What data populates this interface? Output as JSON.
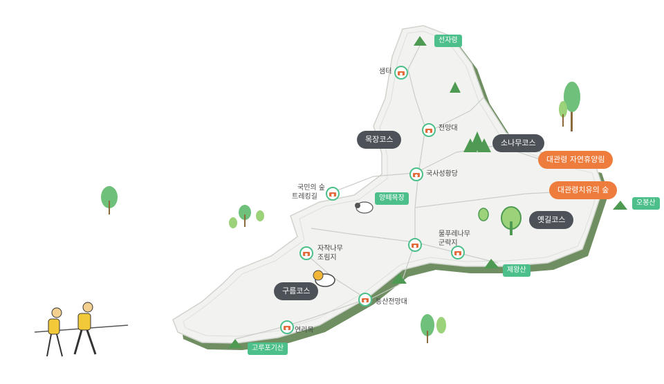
{
  "courses": {
    "mokjang": "목장코스",
    "sonamu": "소나무코스",
    "yetgil": "옛길코스",
    "gureum": "구름코스"
  },
  "forests": {
    "nature_forest": "대관령 자연휴양림",
    "healing_forest": "대관령치유의 숲"
  },
  "peaks": {
    "seonjaryeong": "선자령",
    "obongsan": "오봉산",
    "jewangsan": "제왕산",
    "gorupogisan": "고루포기산",
    "yangtte": "양떼목장"
  },
  "places": {
    "center": "샘터",
    "observatory": "전망대",
    "shrine": "국사성황당",
    "trekking_1": "국민의 숲",
    "trekking_2": "트레킹길",
    "birch_1": "자작나무",
    "birch_2": "조림지",
    "ash_1": "물푸레나무",
    "ash_2": "군락지",
    "climbing": "등산전망대",
    "bridge": "연리목"
  },
  "colors": {
    "trail_green": "#4cbf8a",
    "course_dark": "#4d5259",
    "forest_orange": "#ee7d3d",
    "shadow_green": "#6b8f5e"
  }
}
